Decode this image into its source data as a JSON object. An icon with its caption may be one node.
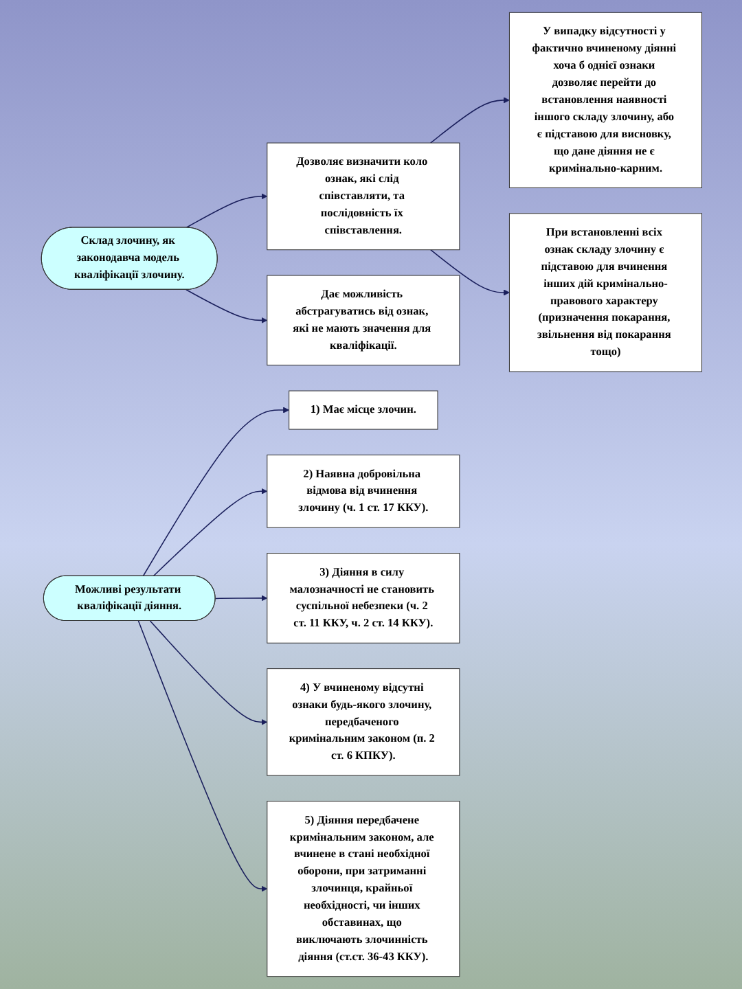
{
  "diagram": {
    "nodes": [
      {
        "text": [
          "Склад злочину, як законодавча модель кваліфікації злочину."
        ]
      },
      {
        "text": [
          "Дозволяє визначити коло ознак, які слід співставляти, та послідовність їх співставлення."
        ]
      },
      {
        "text": [
          "Дає можливість абстрагуватись від ознак, які не мають значення для кваліфікації."
        ]
      },
      {
        "text": [
          "У випадку відсутності у фактично вчиненому діянні хоча б однієї ознаки дозволяє перейти до встановлення наявності іншого складу злочину, або є підставою для висновку, що дане діяння не є кримінально-карним."
        ]
      },
      {
        "text": [
          "При встановленні всіх ознак складу злочину є підставою для вчинення інших дій кримінально-правового характеру (призначення покарання, звільнення від покарання тощо)"
        ]
      },
      {
        "text": [
          "Можливі результати кваліфікації діяння."
        ]
      },
      {
        "text": [
          "1) Має місце злочин."
        ]
      },
      {
        "text": [
          "2) Наявна добровільна відмова від вчинення злочину (ч. 1 ст. 17 ККУ)."
        ]
      },
      {
        "text": [
          "3) Діяння в силу малозначності не становить суспільної небезпеки (ч. 2 ст. 11 ККУ, ч. 2 ст. 14 ККУ)."
        ]
      },
      {
        "text": [
          "4) У вчиненому відсутні ознаки будь-якого злочину, передбаченого кримінальним законом (п. 2 ст. 6 КПКУ)."
        ]
      },
      {
        "text": [
          "5) Діяння передбачене кримінальним законом, але вчинене в стані необхідної оборони, при затриманні злочинця, крайньої необхідності, чи інших обставинах, що виключають злочинність діяння (ст.ст. 36-43 ККУ)."
        ]
      }
    ],
    "edges": [
      {
        "from": 0,
        "to": 1,
        "arrow": "to"
      },
      {
        "from": 0,
        "to": 2,
        "arrow": "to"
      },
      {
        "from": 1,
        "to": 3,
        "arrow": "to"
      },
      {
        "from": 1,
        "to": 4,
        "arrow": "to"
      },
      {
        "from": 5,
        "to": 6,
        "arrow": "to"
      },
      {
        "from": 5,
        "to": 7,
        "arrow": "to"
      },
      {
        "from": 5,
        "to": 8,
        "arrow": "to"
      },
      {
        "from": 5,
        "to": 9,
        "arrow": "to"
      },
      {
        "from": 5,
        "to": 10,
        "arrow": "to"
      }
    ]
  }
}
